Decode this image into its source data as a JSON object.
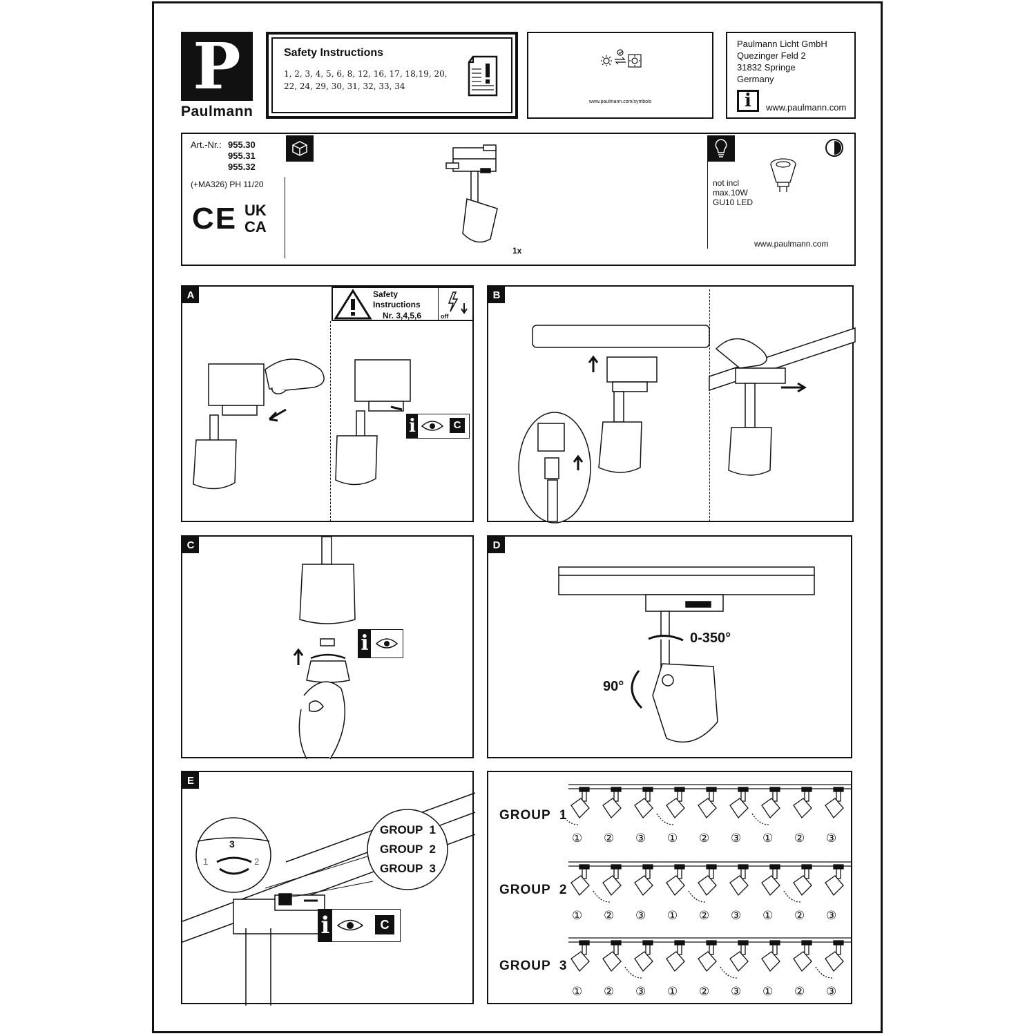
{
  "brand": {
    "name": "Paulmann",
    "logo_letter": "P"
  },
  "safety": {
    "title": "Safety Instructions",
    "line1": "1, 2, 3, 4, 5, 6, 8, 12, 16, 17, 18,19, 20,",
    "line2": "22, 24, 29, 30, 31, 32, 33, 34"
  },
  "symbols": {
    "url": "www.paulmann.com/symbols"
  },
  "address": {
    "line1": "Paulmann Licht GmbH",
    "line2": "Quezinger Feld 2",
    "line3": "31832 Springe",
    "line4": "Germany",
    "web": "www.paulmann.com",
    "info_glyph": "i"
  },
  "article": {
    "label": "Art.-Nr.:",
    "num1": "955.30",
    "num2": "955.31",
    "num3": "955.32",
    "code": "(+MA326) PH 11/20",
    "ce": "CE",
    "ukca_top": "UK",
    "ukca_bottom": "CA"
  },
  "package": {
    "qty": "1x"
  },
  "bulb": {
    "line1": "not incl",
    "line2": "max.10W",
    "line3": "GU10 LED",
    "web": "www.paulmann.com"
  },
  "panelA": {
    "letter": "A",
    "warn_title1": "Safety",
    "warn_title2": "Instructions",
    "warn_nr": "Nr. 3,4,5,6",
    "off": "off",
    "ref": "C",
    "info_glyph": "i"
  },
  "panelB": {
    "letter": "B"
  },
  "panelC": {
    "letter": "C",
    "info_glyph": "i"
  },
  "panelD": {
    "letter": "D",
    "rot1": "0-350°",
    "rot2": "90°"
  },
  "panelE": {
    "letter": "E",
    "dial": "3",
    "dial_left": "1",
    "dial_right": "2",
    "g1": "GROUP  1",
    "g2": "GROUP  2",
    "g3": "GROUP  3",
    "ref": "C",
    "info_glyph": "i"
  },
  "groups": {
    "rows": [
      {
        "label": "GROUP  1",
        "nums": [
          "①",
          "②",
          "③",
          "①",
          "②",
          "③",
          "①",
          "②",
          "③"
        ]
      },
      {
        "label": "GROUP  2",
        "nums": [
          "①",
          "②",
          "③",
          "①",
          "②",
          "③",
          "①",
          "②",
          "③"
        ]
      },
      {
        "label": "GROUP  3",
        "nums": [
          "①",
          "②",
          "③",
          "①",
          "②",
          "③",
          "①",
          "②",
          "③"
        ]
      }
    ]
  }
}
